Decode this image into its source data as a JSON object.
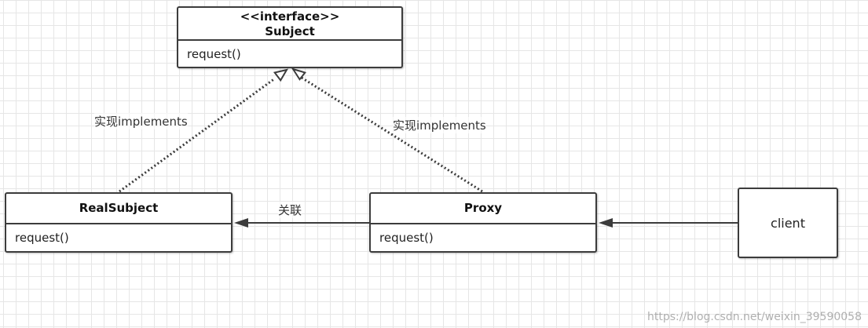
{
  "diagram": {
    "subject": {
      "stereotype": "<<interface>>",
      "name": "Subject",
      "method": "request()"
    },
    "real_subject": {
      "name": "RealSubject",
      "method": "request()"
    },
    "proxy": {
      "name": "Proxy",
      "method": "request()"
    },
    "client": {
      "name": "client"
    },
    "edges": {
      "real_subject_implements": "实现implements",
      "proxy_implements": "实现implements",
      "proxy_to_real_subject": "关联"
    }
  },
  "watermark": "https://blog.csdn.net/weixin_39590058",
  "colors": {
    "line": "#3c3c3c",
    "grid": "#e6e6e6",
    "background": "#ffffff"
  }
}
